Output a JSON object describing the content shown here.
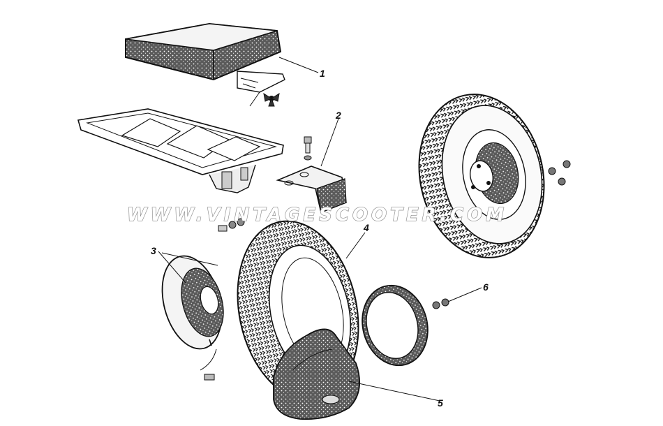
{
  "watermark": "WWW.VINTAGESCOOTER.COM",
  "callouts": [
    "1",
    "2",
    "3",
    "4",
    "5",
    "6"
  ],
  "colors": {
    "ink": "#111111",
    "shade": "#3a3a3a",
    "paper": "#ffffff",
    "watermark_outline": "#8a8a8a"
  }
}
